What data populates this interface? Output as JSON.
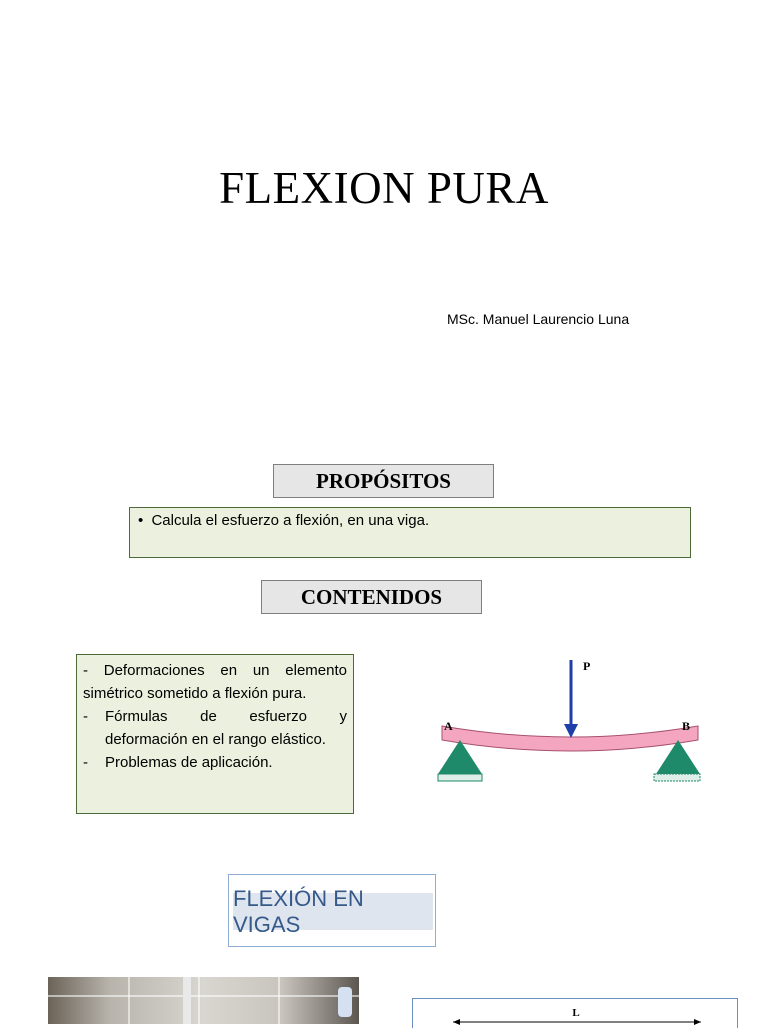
{
  "title": "FLEXION PURA",
  "author": "MSc. Manuel Laurencio Luna",
  "propositos": {
    "heading": "PROPÓSITOS",
    "bullet": "•",
    "item": "Calcula el esfuerzo a flexión, en una viga."
  },
  "contenidos": {
    "heading": "CONTENIDOS",
    "intro": "- Deformaciones en un elemento simétrico sometido a flexión pura.",
    "items": [
      {
        "marker": "-",
        "text": "Fórmulas de esfuerzo y deformación en el rango elástico."
      },
      {
        "marker": "-",
        "text": "Problemas de aplicación."
      }
    ]
  },
  "beam_diagram": {
    "load_label": "P",
    "support_left_label": "A",
    "support_right_label": "B",
    "beam_color": "#f4a6c0",
    "support_color": "#1e8a6a",
    "arrow_color": "#1f3fa8"
  },
  "banner": {
    "text": "FLEXIÓN EN VIGAS"
  },
  "span_diagram": {
    "length_label": "L"
  }
}
